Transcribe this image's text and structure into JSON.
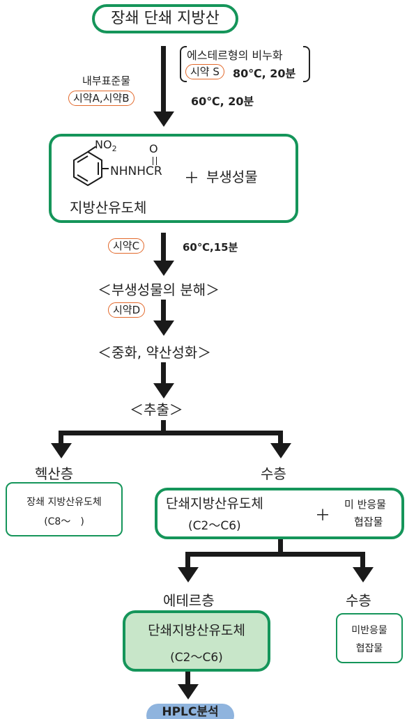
{
  "top": {
    "title": "장쇄 단쇄 지방산",
    "internal_standard": "내부표준물",
    "reagents_ab": "시약A,시약B",
    "esterification": "에스테르형의 비누화",
    "reagent_s": "시약 S",
    "esterification_conditions": "80℃, 20분",
    "reaction_conditions": "60℃, 20분"
  },
  "derivative_box": {
    "no2": "NO",
    "no2_sub": "2",
    "carbonyl_o": "O",
    "hydrazide": "NHNHCR",
    "plus": "＋",
    "byproduct": "부생성물",
    "label": "지방산유도체"
  },
  "step2": {
    "reagent_c": "시약C",
    "conditions": "60℃,15분",
    "decomposition": "＜부생성물의 분해＞",
    "reagent_d": "시약D",
    "neutralize": "＜중화, 약산성화＞",
    "extraction": "＜추출＞"
  },
  "branch1": {
    "hexane_layer": "헥산층",
    "hexane_box_line1": "장쇄 지방산유도체",
    "hexane_box_line2": "(C8～　)",
    "aqueous_layer": "수층",
    "aq_box_line1": "단쇄지방산유도체",
    "aq_box_line2": "(C2～C6)",
    "aq_plus": "＋",
    "unreacted": "미 반응물",
    "impurities": "협잡물"
  },
  "branch2": {
    "ether_layer": "에테르층",
    "ether_box_line1": "단쇄지방산유도체",
    "ether_box_line2": "(C2～C6)",
    "aqueous_layer": "수층",
    "aq_box_line1": "미반응물",
    "aq_box_line2": "협잡물",
    "final": "HPLC분석"
  }
}
